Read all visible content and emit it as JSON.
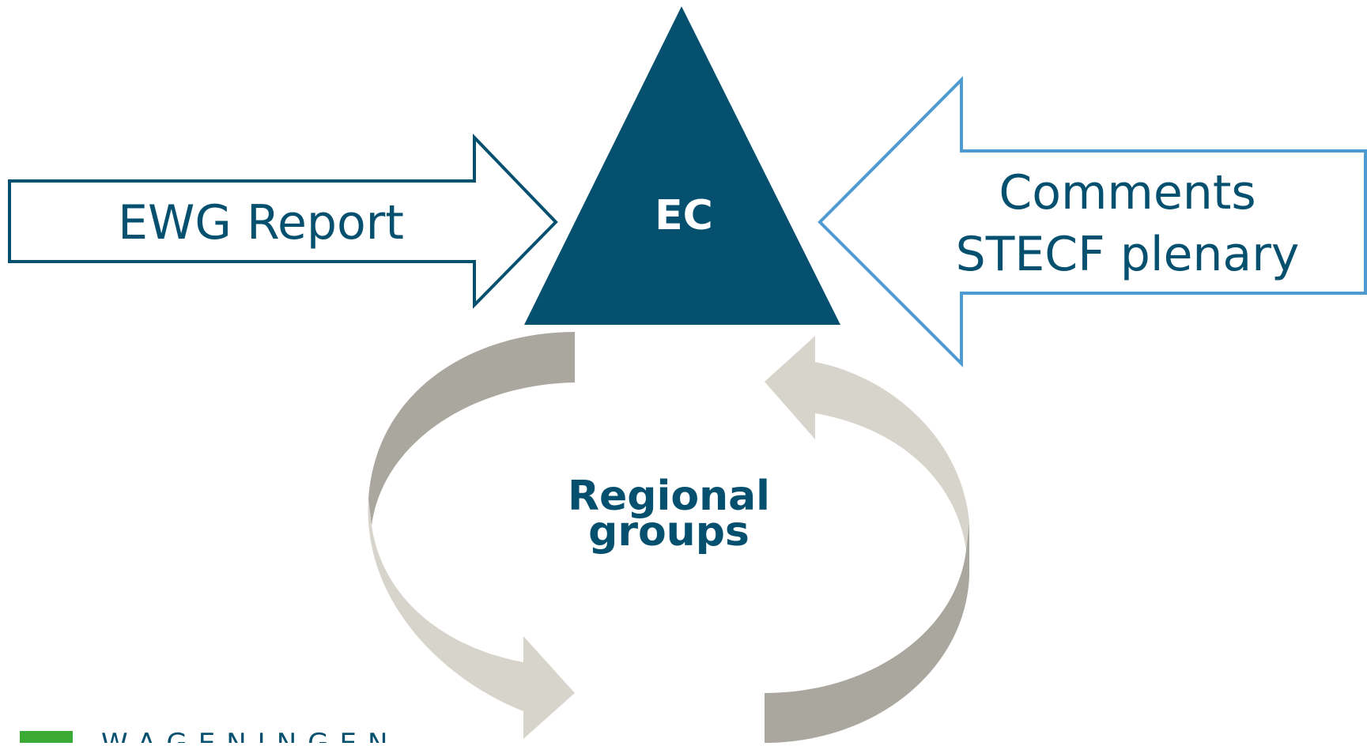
{
  "diagram": {
    "center_node": {
      "label": "EC",
      "color": "#05506f"
    },
    "left_arrow": {
      "label": "EWG Report",
      "stroke_color": "#05506f",
      "text_color": "#05506f"
    },
    "right_arrow": {
      "line1": "Comments",
      "line2": "STECF plenary",
      "stroke_color": "#4f9bd1",
      "text_color": "#05506f"
    },
    "cycle": {
      "line1": "Regional",
      "line2": "groups",
      "text_color": "#05506f",
      "arrow_dark": "#aaa79f",
      "arrow_light": "#d6d4cb"
    }
  },
  "logo": {
    "text": "WAGENINGEN",
    "mark_color": "#3aaa35",
    "text_color": "#05506f"
  }
}
